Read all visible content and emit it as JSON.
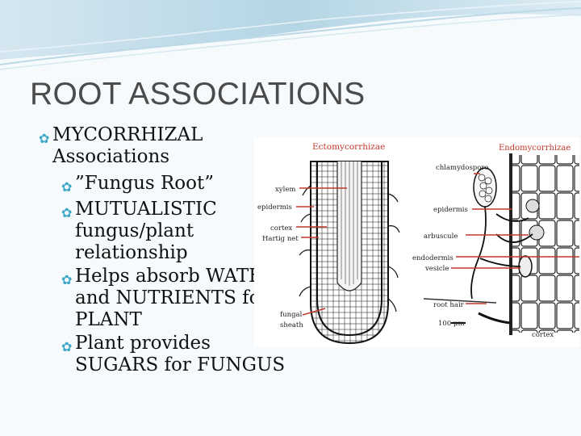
{
  "slide": {
    "title": "ROOT ASSOCIATIONS",
    "bullets": [
      {
        "level": 1,
        "lines": [
          "MYCORRHIZAL",
          "Associations"
        ]
      },
      {
        "level": 2,
        "lines": [
          "”Fungus Root”"
        ]
      },
      {
        "level": 2,
        "lines": [
          "MUTUALISTIC",
          "fungus/plant",
          "relationship"
        ]
      },
      {
        "level": 2,
        "lines": [
          "Helps absorb WATER",
          "and NUTRIENTS for",
          "PLANT"
        ]
      },
      {
        "level": 2,
        "lines": [
          "Plant provides",
          "SUGARS for FUNGUS"
        ]
      }
    ]
  },
  "figure": {
    "ecto_title": "Ectomycorrhizae",
    "endo_title": "Endomycorrhizae",
    "ecto_labels": {
      "xylem": "xylem",
      "epidermis": "epidermis",
      "cortex": "cortex",
      "hartig": "Hartig net",
      "fungal": "fungal",
      "sheath": "sheath"
    },
    "endo_labels": {
      "chlamydospore": "chlamydospore",
      "epidermis": "epidermis",
      "arbuscule": "arbuscule",
      "endodermis": "endodermis",
      "vesicle": "vesicle",
      "root_hair": "root hair",
      "scale": "100 μm",
      "cortex": "cortex"
    }
  },
  "colors": {
    "accent": "#3fa8c8",
    "label_red": "#c0392b",
    "title": "#4b4b4b"
  }
}
